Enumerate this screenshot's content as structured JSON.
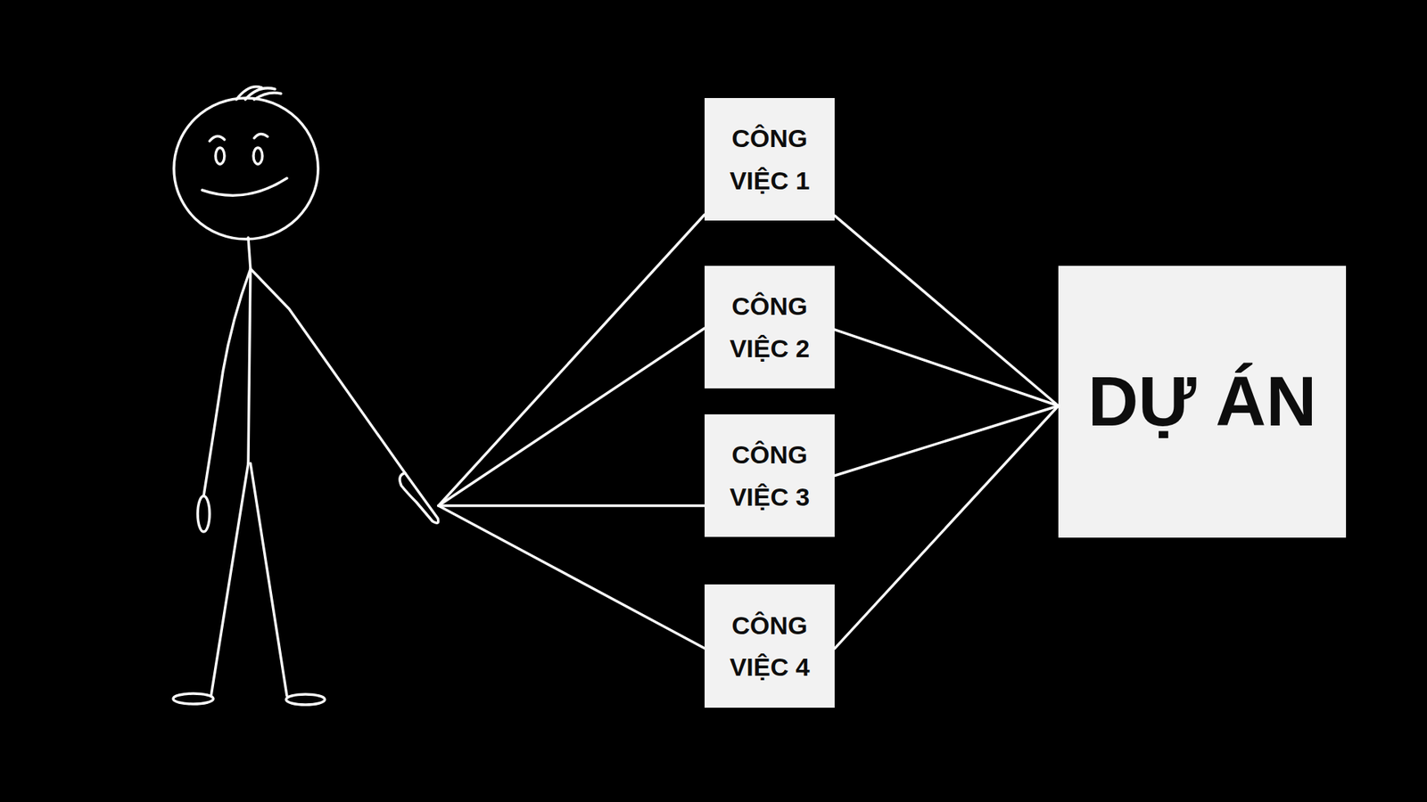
{
  "diagram": {
    "nodes": [
      {
        "text": [
          "CÔNG VIỆC 1"
        ]
      },
      {
        "text": [
          "CÔNG VIỆC 2"
        ]
      },
      {
        "text": [
          "CÔNG VIỆC 3"
        ]
      },
      {
        "text": [
          "CÔNG VIỆC 4"
        ]
      },
      {
        "text": [
          "DỰ ÁN"
        ]
      }
    ],
    "edges": [
      {
        "from": 0,
        "to": 4,
        "arrow": "none"
      },
      {
        "from": 1,
        "to": 4,
        "arrow": "none"
      },
      {
        "from": 2,
        "to": 4,
        "arrow": "none"
      },
      {
        "from": 3,
        "to": 4,
        "arrow": "none"
      }
    ]
  }
}
